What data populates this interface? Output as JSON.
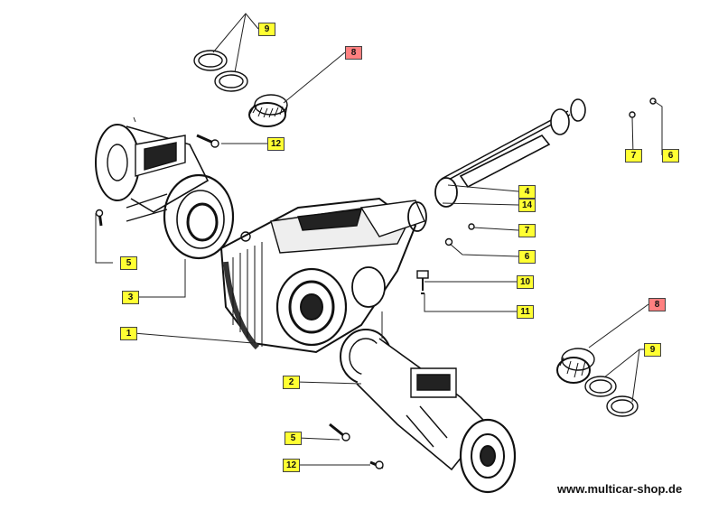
{
  "callouts": {
    "c9_top": "9",
    "c8_top": "8",
    "c12_left": "12",
    "c7_right": "7",
    "c6_right": "6",
    "c4": "4",
    "c14": "14",
    "c7_mid": "7",
    "c6_mid": "6",
    "c5_left": "5",
    "c10": "10",
    "c3": "3",
    "c11": "11",
    "c8_bottom": "8",
    "c1": "1",
    "c9_bottom": "9",
    "c2": "2",
    "c5_bottom": "5",
    "c12_bottom": "12"
  },
  "colors": {
    "yellow": "#ffff33",
    "red": "#ff8080"
  },
  "watermark": "www.multicar-shop.de"
}
